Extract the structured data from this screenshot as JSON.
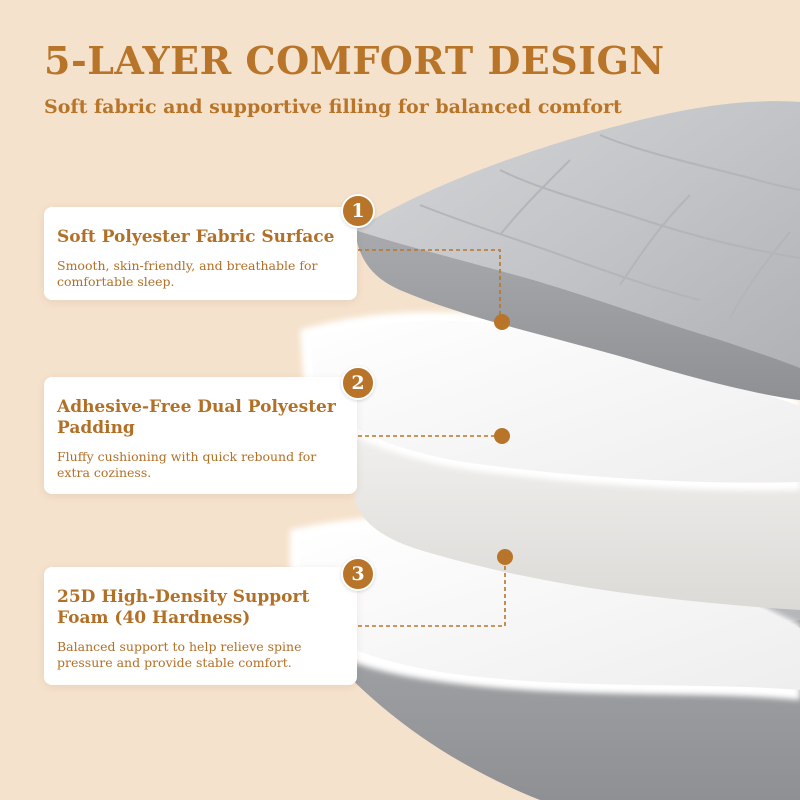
{
  "header": {
    "title": "5-LAYER COMFORT DESIGN",
    "subtitle": "Soft fabric and supportive filling for balanced comfort"
  },
  "layers": [
    {
      "number": "1",
      "title": "Soft Polyester Fabric Surface",
      "description": "Smooth, skin-friendly, and breathable for comfortable sleep."
    },
    {
      "number": "2",
      "title": "Adhesive-Free Dual Polyester Padding",
      "description": "Fluffy cushioning with quick rebound for extra coziness."
    },
    {
      "number": "3",
      "title": "25D High-Density Support Foam (40 Hardness)",
      "description": "Balanced support to help relieve spine pressure and provide stable comfort."
    }
  ],
  "colors": {
    "background": "#f5e2cc",
    "accent": "#b8752a",
    "fabric_gray": "#a3a5a8",
    "padding_white": "#ffffff"
  }
}
